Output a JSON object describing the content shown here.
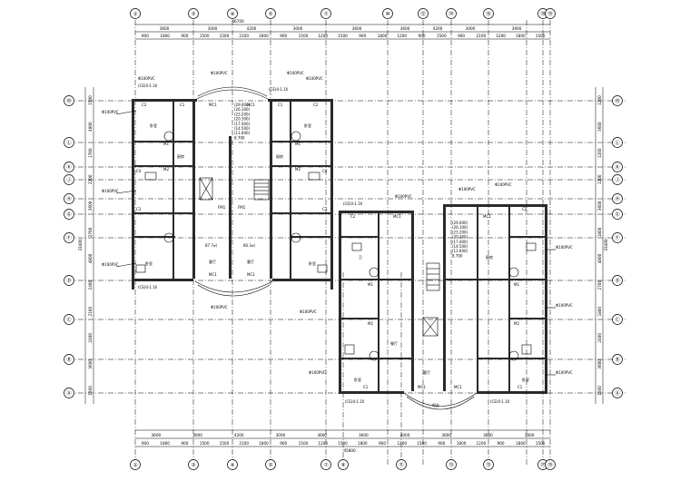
{
  "drawing": {
    "top_overall": "46700",
    "bottom_overall": "45800",
    "left_overall": "33400",
    "right_overall": "33400"
  },
  "axes_top": [
    "①",
    "③",
    "④",
    "⑤",
    "⑦",
    "⑩",
    "⑫",
    "⑭",
    "⑯",
    "⑱",
    "⑲"
  ],
  "axes_bottom": [
    "①",
    "③",
    "④",
    "⑤",
    "⑦",
    "⑨",
    "⑪",
    "⑬",
    "⑮",
    "⑰",
    "⑲"
  ],
  "axes_left": [
    "Ⓜ",
    "Ⓛ",
    "Ⓚ",
    "Ⓙ",
    "Ⓗ",
    "Ⓖ",
    "Ⓕ",
    "Ⓓ",
    "Ⓒ",
    "Ⓑ",
    "Ⓐ"
  ],
  "axes_right": [
    "Ⓜ",
    "Ⓛ",
    "Ⓚ",
    "Ⓙ",
    "Ⓗ",
    "Ⓖ",
    "Ⓕ",
    "Ⓓ",
    "Ⓒ",
    "Ⓑ",
    "Ⓐ"
  ],
  "dims_top_row1": [
    "3600",
    "3000",
    "4200",
    "3000",
    "3600",
    "3600",
    "4200",
    "3000",
    "3900"
  ],
  "dims_top_row2": [
    "900",
    "1800",
    "900",
    "1500",
    "1500",
    "2100",
    "1800",
    "900",
    "1500",
    "1200",
    "1500",
    "900",
    "1800",
    "1200",
    "900",
    "1500",
    "900",
    "2100",
    "1200",
    "1800",
    "1500"
  ],
  "dims_bottom_row1": [
    "3600",
    "3000",
    "4200",
    "3000",
    "3600",
    "3600",
    "4000",
    "3600",
    "3600",
    "3000"
  ],
  "dims_bottom_row2": [
    "900",
    "1800",
    "900",
    "1500",
    "1500",
    "2100",
    "1800",
    "900",
    "1500",
    "1200",
    "1500",
    "1800",
    "900",
    "1200",
    "1500",
    "900",
    "1800",
    "1200",
    "900",
    "1800",
    "1500"
  ],
  "dims_left": [
    "1500",
    "4800",
    "1700",
    "2200",
    "3600",
    "2700",
    "4800",
    "2400",
    "2100",
    "2400",
    "3600",
    "1500"
  ],
  "dims_right": [
    "1200",
    "3600",
    "1200",
    "1200",
    "3600",
    "1800",
    "4800",
    "2700",
    "1800",
    "2400",
    "3600",
    "1500"
  ],
  "level_stack": [
    "(29.000)",
    "(26.100)",
    "(23.200)",
    "(20.300)",
    "(17.400)",
    "(14.500)",
    "(11.600)",
    "8.700"
  ],
  "rooms": {
    "bedroom": "卧室",
    "living": "客厅",
    "kitchen": "厨房",
    "toilet": "卫",
    "balcony": "阳台",
    "dining": "餐厅"
  },
  "tags": {
    "window_c1": "C1",
    "window_c2": "C2",
    "window_c3": "C3",
    "window_c4": "C4",
    "door_m1": "M1",
    "door_m2": "M2",
    "door_mc1": "MC1",
    "door_fm1": "FM1",
    "pipe": "Φ100PVC",
    "sill": "(CE)0-1.1Ⅱ",
    "area1": "87.7㎡",
    "area2": "80.3㎡"
  }
}
